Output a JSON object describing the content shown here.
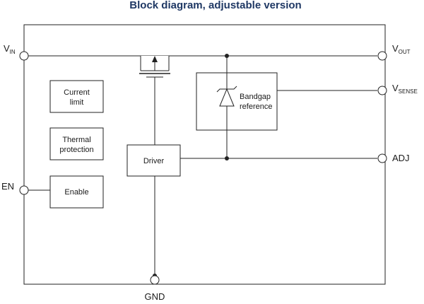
{
  "title": "Block diagram, adjustable version",
  "blocks": {
    "current_limit": [
      "Current",
      "limit"
    ],
    "thermal_protection": [
      "Thermal",
      "protection"
    ],
    "enable": "Enable",
    "driver": "Driver",
    "bandgap": [
      "Bandgap",
      "reference"
    ]
  },
  "pins": {
    "vin_main": "V",
    "vin_sub": "IN",
    "vout_main": "V",
    "vout_sub": "OUT",
    "vsense_main": "V",
    "vsense_sub": "SENSE",
    "adj": "ADJ",
    "en": "EN",
    "gnd": "GND"
  }
}
